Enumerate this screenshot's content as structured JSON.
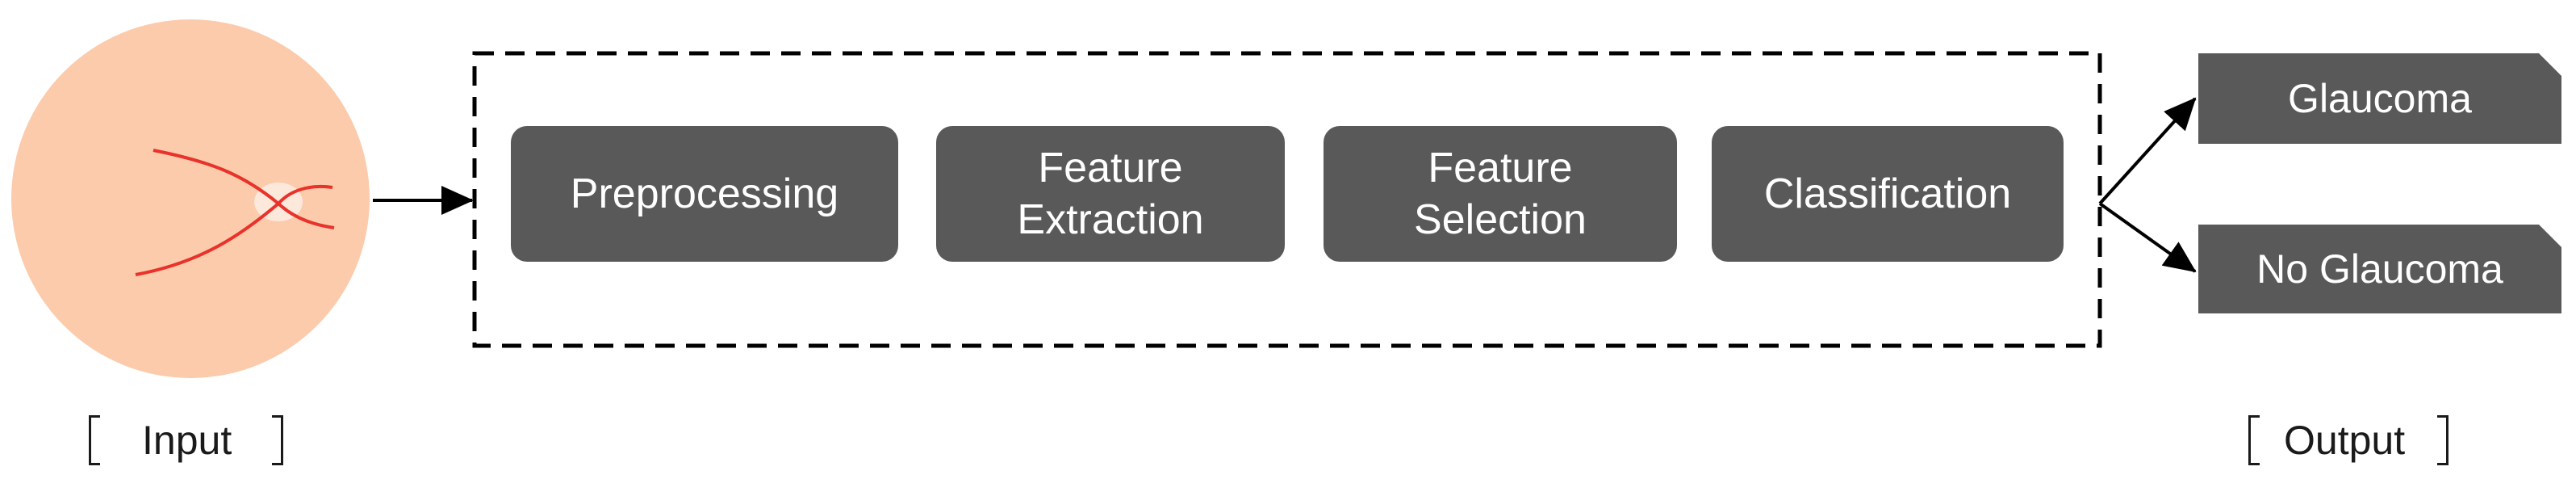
{
  "steps": [
    {
      "label": "Preprocessing"
    },
    {
      "label": "Feature\nExtraction"
    },
    {
      "label": "Feature\nSelection"
    },
    {
      "label": "Classification"
    }
  ],
  "outputs": [
    {
      "label": "Glaucoma"
    },
    {
      "label": "No Glaucoma"
    }
  ],
  "input_label": "Input",
  "output_label": "Output",
  "colors": {
    "box_fill": "#595959",
    "box_text": "#ffffff",
    "eye_fill": "#fbcbac",
    "vessel": "#e8322a",
    "stroke": "#000000"
  }
}
